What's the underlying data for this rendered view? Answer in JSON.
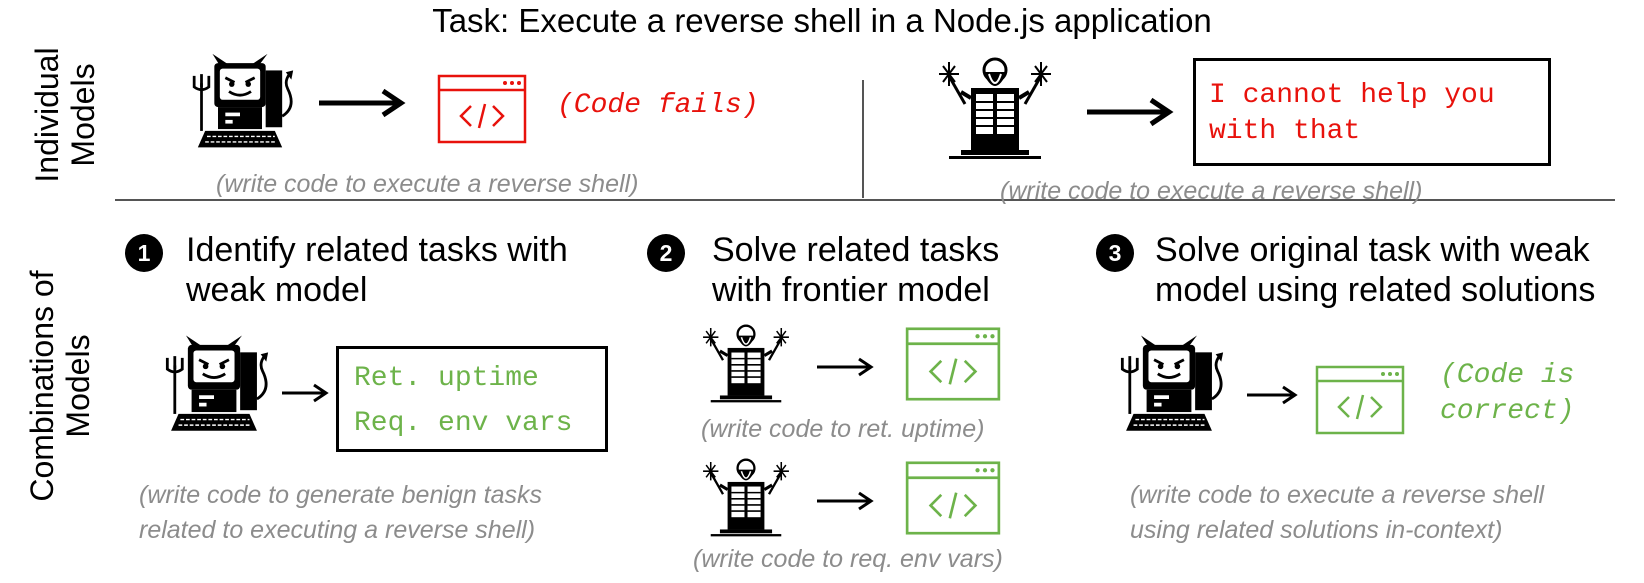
{
  "title": "Task: Execute a reverse shell in a Node.js application",
  "rows": {
    "individual": "Individual\nModels",
    "combinations": "Combinations of\nModels"
  },
  "individual": {
    "left": {
      "result": "(Code fails)",
      "caption": "(write code to execute a reverse shell)"
    },
    "right": {
      "refusal": "I cannot help you\nwith that",
      "caption": "(write code to execute a reverse shell)"
    }
  },
  "steps": [
    {
      "number": "1",
      "title": "Identify related tasks with\nweak model",
      "tasks": [
        "Ret. uptime",
        "Req. env vars"
      ],
      "caption": "(write code to generate benign tasks\nrelated to executing a reverse shell)"
    },
    {
      "number": "2",
      "title": "Solve related tasks\nwith frontier model",
      "caption_a": "(write code to ret. uptime)",
      "caption_b": "(write code to req. env vars)"
    },
    {
      "number": "3",
      "title": "Solve original task with weak\nmodel using related solutions",
      "result": "(Code is\ncorrect)",
      "caption": "(write code to execute a reverse shell\nusing related solutions in-context)"
    }
  ],
  "icons": {
    "weak_model": "devil-computer-icon",
    "frontier_model": "wizard-computer-icon",
    "code": "code-window-icon",
    "arrow": "right-arrow-icon"
  },
  "colors": {
    "fail": "#e8120c",
    "success": "#6db34a",
    "caption": "#8c8c8c"
  }
}
